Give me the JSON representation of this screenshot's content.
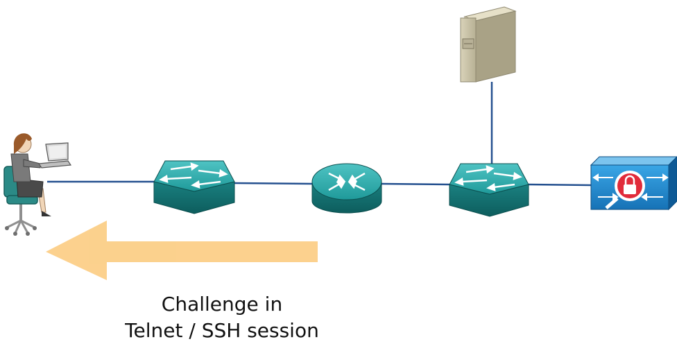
{
  "caption": {
    "line1": "Challenge in",
    "line2": "Telnet / SSH session"
  },
  "nodes": [
    {
      "id": "user",
      "icon": "user-at-laptop-icon"
    },
    {
      "id": "switch-1",
      "icon": "switch-icon"
    },
    {
      "id": "router",
      "icon": "router-icon"
    },
    {
      "id": "switch-2",
      "icon": "switch-icon"
    },
    {
      "id": "server",
      "icon": "server-icon"
    },
    {
      "id": "firewall",
      "icon": "firewall-lock-icon"
    }
  ],
  "colors": {
    "link": "#24508f",
    "device_teal": "#1f8f8f",
    "arrow": "#fbc97a",
    "firewall_blue": "#1d8ed6",
    "server_beige": "#c9c2a6"
  }
}
